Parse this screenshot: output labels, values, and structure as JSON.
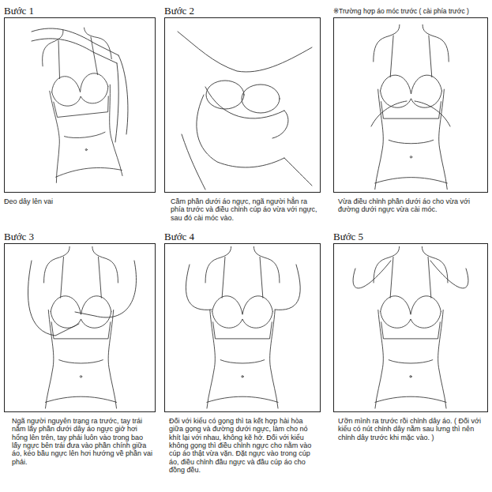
{
  "diagram": {
    "nodes": [
      {
        "text": [
          "Bước 1",
          "Đeo dây lên vai"
        ]
      },
      {
        "text": [
          "Bước 2",
          "Cầm phần dưới áo ngực, ngã người hẳn ra phía trước và điều chỉnh cúp áo vừa với ngực, sau đó cài móc vào."
        ]
      },
      {
        "text": [
          "※Trường hợp áo móc trước ( cài phía trước )",
          "Vừa điều chỉnh phần dưới áo cho vừa với đường dưới ngực vừa cài móc."
        ]
      },
      {
        "text": [
          "Bước 3",
          "Ngã người nguyên trạng ra trước, tay trái nắm lấy phần dưới dây áo ngực giở hơi hổng lên trên, tay phải luôn vào trong bao lấy ngực bên trái đưa vào phần chính giữa áo, kéo bầu ngực lên hơi hướng về phần vai phải."
        ]
      },
      {
        "text": [
          "Bước 4",
          "Đối với kiểu có gọng thì ta kết hợp hài hòa giữa gọng và đường dưới ngực, làm cho nó khít lại với nhau, không kẽ hở. Đối với kiểu không gọng thì điều chỉnh ngực cho nằm vào cúp áo thật vừa vặn. Đặt ngực vào trong cúp áo, điều chỉnh đầu ngực và đầu cúp áo cho đồng đều."
        ]
      },
      {
        "text": [
          "Bước 5",
          "Ưỡn mình ra trước rồi chỉnh dây áo. ( Đối với kiểu có nút chỉnh dây nằm sau lưng thì nên chỉnh dây trước khi mặc vào. )"
        ]
      }
    ]
  }
}
